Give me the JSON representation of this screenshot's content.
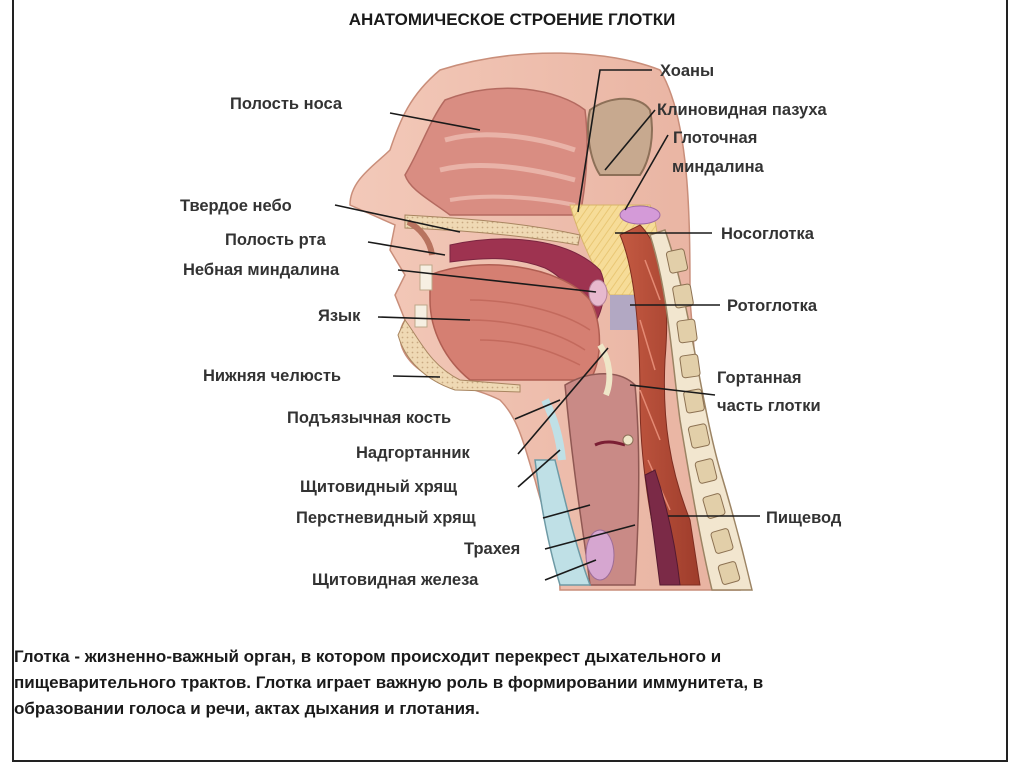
{
  "title": "АНАТОМИЧЕСКОЕ СТРОЕНИЕ ГЛОТКИ",
  "labels": {
    "nasal_cavity": "Полость носа",
    "hard_palate": "Твердое небо",
    "oral_cavity": "Полость рта",
    "palatine_tonsil": "Небная миндалина",
    "tongue": "Язык",
    "mandible": "Нижняя челюсть",
    "hyoid": "Подъязычная кость",
    "epiglottis": "Надгортанник",
    "thyroid_cartilage": "Щитовидный хрящ",
    "cricoid_cartilage": "Перстневидный хрящ",
    "trachea": "Трахея",
    "thyroid_gland": "Щитовидная железа",
    "choanae": "Хоаны",
    "sphenoid_sinus": "Клиновидная пазуха",
    "pharyngeal_tonsil_1": "Глоточная",
    "pharyngeal_tonsil_2": "миндалина",
    "nasopharynx": "Носоглотка",
    "oropharynx": "Ротоглотка",
    "laryngopharynx_1": "Гортанная",
    "laryngopharynx_2": "часть глотки",
    "esophagus": "Пищевод"
  },
  "description": [
    "Глотка - жизненно-важный орган, в котором происходит перекрест дыхательного и",
    "пищеварительного трактов. Глотка играет важную роль в формировании иммунитета, в",
    "образовании голоса и речи, актах дыхания и глотания."
  ]
}
